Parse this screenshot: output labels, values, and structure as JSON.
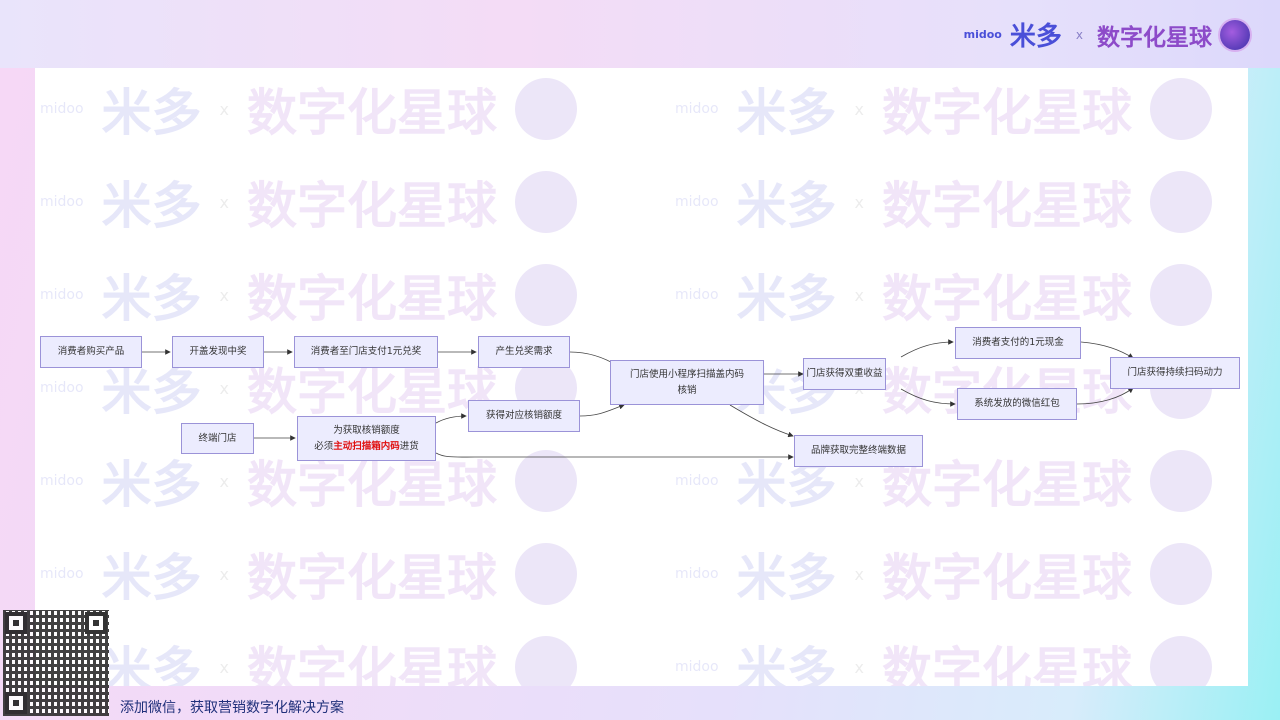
{
  "header": {
    "logo_midoo": "midoo",
    "logo_mi": "米多",
    "logo_x": "x",
    "logo_star": "数字化星球"
  },
  "watermark": {
    "midoo": "midoo",
    "mi": "米多",
    "x": "x",
    "star": "数字化星球"
  },
  "nodes": {
    "n1": "消费者购买产品",
    "n2": "开盖发现中奖",
    "n3": "消费者至门店支付1元兑奖",
    "n4": "产生兑奖需求",
    "n5a": "门店使用小程序扫描盖内码",
    "n5b": "核销",
    "n6": "门店获得双重收益",
    "n7": "消费者支付的1元现金",
    "n8": "系统发放的微信红包",
    "n9": "门店获得持续扫码动力",
    "n10": "终端门店",
    "n11a": "为获取核销额度",
    "n11b_pre": "必须",
    "n11b_red": "主动扫描箱内码",
    "n11b_post": "进货",
    "n12": "获得对应核销额度",
    "n13": "品牌获取完整终端数据"
  },
  "footer": {
    "text": "添加微信，获取营销数字化解决方案"
  }
}
